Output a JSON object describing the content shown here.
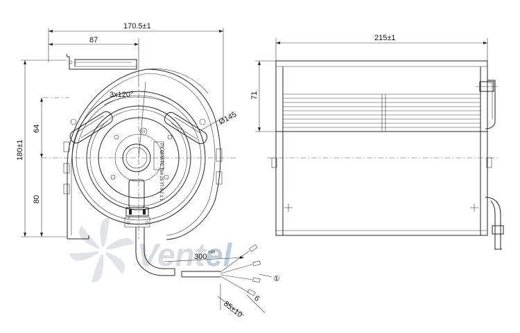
{
  "watermark": {
    "text_main": "Vent",
    "text_accent": "el",
    "color_main": "#d4d9de",
    "color_accent": "#b9c9d9"
  },
  "dimensions": {
    "overall_width": "170.5±1",
    "offset_width": "87",
    "overall_height": "180±1",
    "upper_height": "64",
    "lower_height": "80",
    "bolt_pattern": "3x120°",
    "diameter": "Ø145",
    "side_length": "215±1",
    "side_height": "71",
    "cable_length": "300",
    "cable_tolerance": "+20",
    "lead_length": "85±10",
    "lead_strip": "6",
    "callout": "①"
  },
  "label_text": "PX 68 M-TC TS4 25 TT-5 2 1 1",
  "colors": {
    "line": "#222222",
    "paper": "#ffffff"
  }
}
